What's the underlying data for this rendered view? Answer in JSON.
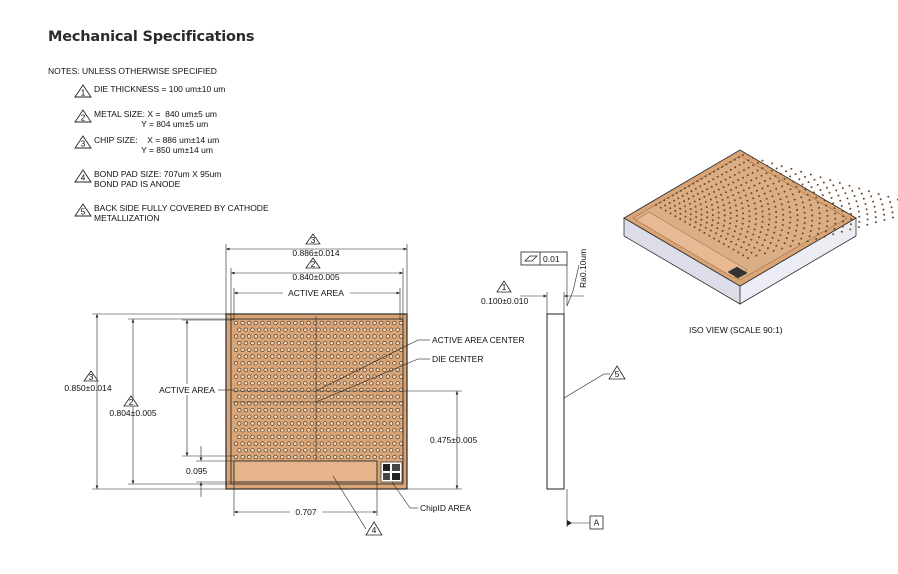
{
  "page": {
    "title": "Mechanical Specifications",
    "notes_header": "NOTES:  UNLESS OTHERWISE SPECIFIED"
  },
  "notes": [
    {
      "num": "1",
      "lines": [
        "DIE THICKNESS = 100 um±10 um"
      ]
    },
    {
      "num": "2",
      "lines": [
        "METAL SIZE: X =  840 um±5 um",
        "                    Y = 804 um±5 um"
      ]
    },
    {
      "num": "3",
      "lines": [
        "CHIP SIZE:    X = 886 um±14 um",
        "                    Y = 850 um±14 um"
      ]
    },
    {
      "num": "4",
      "lines": [
        "BOND PAD SIZE: 707um X 95um",
        "BOND PAD IS ANODE"
      ]
    },
    {
      "num": "5",
      "lines": [
        "BACK SIDE FULLY COVERED BY CATHODE",
        "METALLIZATION"
      ]
    }
  ],
  "drawing": {
    "chip_width": "0.886±0.014",
    "chip_width_note": "3",
    "metal_width": "0.840±0.005",
    "metal_width_note": "2",
    "active_area_top": "ACTIVE AREA",
    "active_area_left": "ACTIVE AREA",
    "chip_height": "0.850±0.014",
    "chip_height_note": "3",
    "metal_height": "0.804±0.005",
    "metal_height_note": "2",
    "pad_height": "0.095",
    "pad_width": "0.707",
    "pad_note": "4",
    "center_offset": "0.475±0.005",
    "active_area_center": "ACTIVE AREA CENTER",
    "die_center": "DIE CENTER",
    "chip_id_area": "ChipID AREA"
  },
  "side_view": {
    "flatness": "0.01",
    "roughness": "Ra0.10um",
    "thickness": "0.100±0.010",
    "thickness_note": "1",
    "backside_note": "5",
    "datum": "A"
  },
  "iso_view": {
    "label": "ISO VIEW (SCALE 90:1)"
  },
  "colors": {
    "copper": "#d9a577",
    "copper_dark": "#b07c4e",
    "outline": "#2a2a2a",
    "dim_line": "#222222",
    "substrate": "#e8e8f3"
  }
}
